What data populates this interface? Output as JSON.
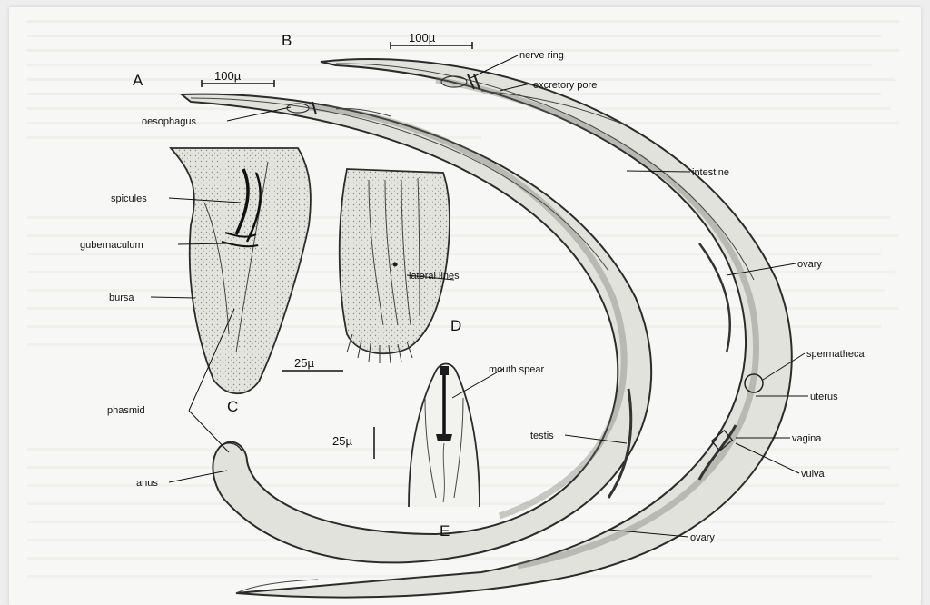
{
  "figure": {
    "panel_labels": {
      "a": "A",
      "b": "B",
      "c": "C",
      "d": "D",
      "e": "E"
    },
    "scale_bars": {
      "a": "100µ",
      "b": "100µ",
      "c": "25µ",
      "e": "25µ"
    },
    "labels": {
      "oesophagus": "oesophagus",
      "nerve_ring": "nerve ring",
      "excretory_pore": "excretory pore",
      "intestine": "intestine",
      "spicules": "spicules",
      "gubernaculum": "gubernaculum",
      "bursa": "bursa",
      "lateral_lines": "lateral lines",
      "ovary_upper": "ovary",
      "spermatheca": "spermatheca",
      "uterus": "uterus",
      "vagina": "vagina",
      "vulva": "vulva",
      "mouth_spear": "mouth spear",
      "phasmid": "phasmid",
      "anus": "anus",
      "testis": "testis",
      "ovary_lower": "ovary"
    }
  }
}
